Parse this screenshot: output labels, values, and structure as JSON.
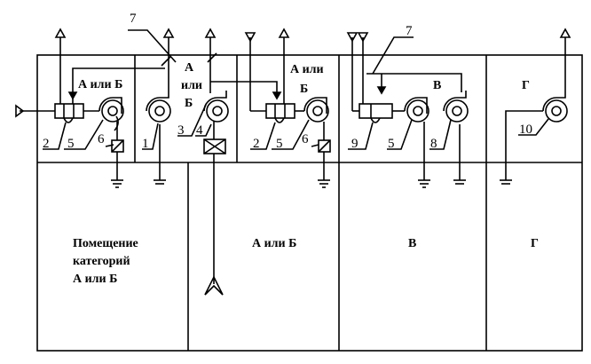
{
  "rooms": {
    "room_ab_1": "Помещение категорий А или Б",
    "room_ab_1_lines": [
      "Помещение",
      "категорий",
      "А или Б"
    ],
    "room_ab_2": "А или Б",
    "room_v": "В",
    "room_g": "Г"
  },
  "chambers": {
    "chamber_1": "А или Б",
    "chamber_2_lines": [
      "А",
      "или",
      "Б"
    ],
    "chamber_3_lines": [
      "А или",
      "Б"
    ],
    "chamber_4": "В",
    "chamber_5": "Г"
  },
  "callouts": {
    "c7a": "7",
    "c2a": "2",
    "c5a": "5",
    "c6a": "6",
    "c1": "1",
    "c3": "3",
    "c4": "4",
    "c2b": "2",
    "c5b": "5",
    "c6b": "6",
    "c7b": "7",
    "c9": "9",
    "c5c": "5",
    "c8": "8",
    "c10": "10"
  }
}
